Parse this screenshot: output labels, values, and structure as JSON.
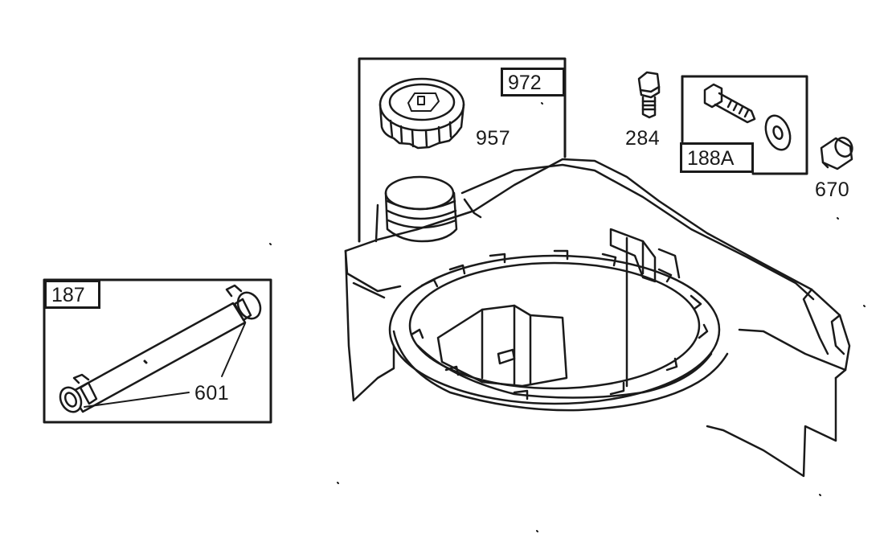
{
  "parts": {
    "tank_assembly": "972",
    "fuel_cap": "957",
    "screw": "284",
    "screw_kit": "188A",
    "bushing": "670",
    "fuel_line_kit": "187",
    "clamp": "601"
  },
  "colors": {
    "line": "#1a1a1a",
    "background": "#ffffff"
  }
}
